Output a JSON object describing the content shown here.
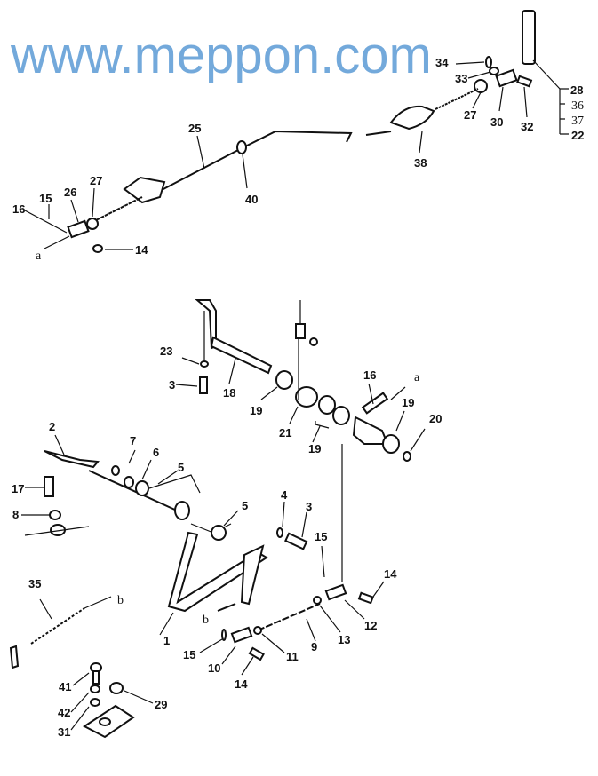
{
  "diagram": {
    "watermark": "www.meppon.com",
    "labels": [
      "34",
      "33",
      "27",
      "30",
      "32",
      "28",
      "36",
      "37",
      "22",
      "38",
      "25",
      "40",
      "15",
      "26",
      "27",
      "16",
      "a",
      "14",
      "23",
      "3",
      "18",
      "19",
      "21",
      "19",
      "16",
      "a",
      "19",
      "20",
      "2",
      "7",
      "6",
      "5",
      "17",
      "8",
      "5",
      "4",
      "3",
      "15",
      "14",
      "12",
      "13",
      "9",
      "11",
      "10",
      "14",
      "15",
      "b",
      "1",
      "35",
      "b",
      "41",
      "42",
      "31",
      "29"
    ]
  }
}
